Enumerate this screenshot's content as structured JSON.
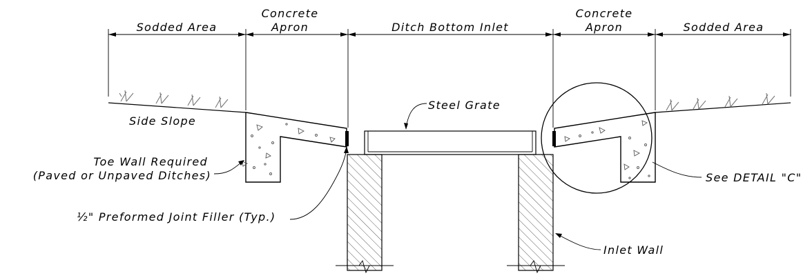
{
  "labels": {
    "sodded_left": "Sodded Area",
    "apron_left_1": "Concrete",
    "apron_left_2": "Apron",
    "ditch_bottom_inlet": "Ditch Bottom Inlet",
    "apron_right_1": "Concrete",
    "apron_right_2": "Apron",
    "sodded_right": "Sodded Area",
    "steel_grate": "Steel Grate",
    "side_slope": "Side Slope",
    "toe_wall_1": "Toe Wall Required",
    "toe_wall_2": "(Paved or Unpaved Ditches)",
    "joint_filler_fraction": "½",
    "joint_filler": "\" Preformed Joint Filler (Typ.)",
    "see_detail": "See DETAIL \"C\"",
    "inlet_wall": "Inlet Wall"
  }
}
